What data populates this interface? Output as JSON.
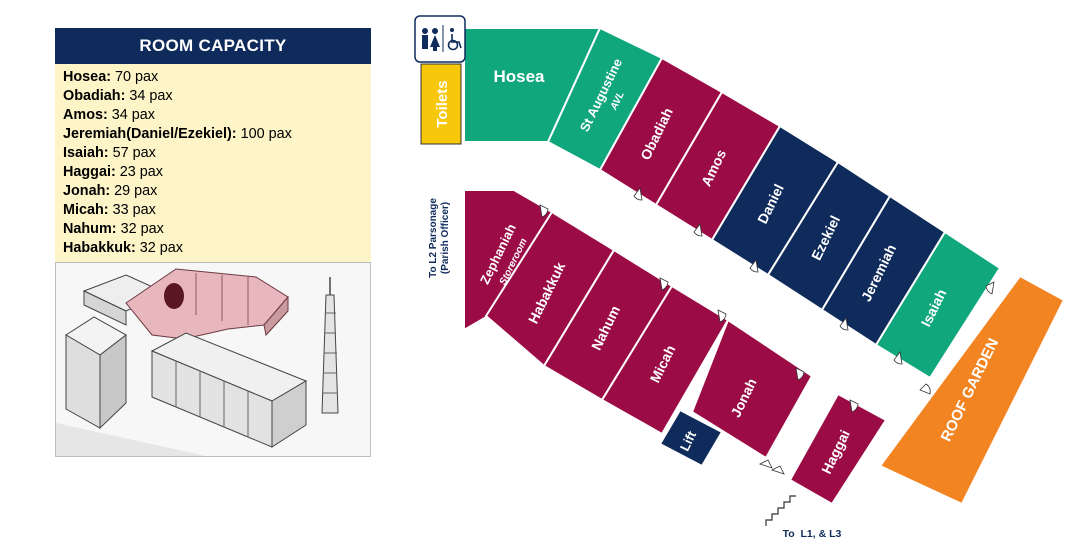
{
  "capacity": {
    "title": "ROOM CAPACITY",
    "items": [
      {
        "room": "Hosea:",
        "value": "70 pax"
      },
      {
        "room": "Obadiah:",
        "value": "34 pax"
      },
      {
        "room": "Amos:",
        "value": "34 pax"
      },
      {
        "room": "Jeremiah(Daniel/Ezekiel):",
        "value": "100 pax"
      },
      {
        "room": "Isaiah:",
        "value": "57 pax"
      },
      {
        "room": "Haggai:",
        "value": "23 pax"
      },
      {
        "room": "Jonah:",
        "value": "29 pax"
      },
      {
        "room": "Micah:",
        "value": "33 pax"
      },
      {
        "room": "Nahum:",
        "value": "32 pax"
      },
      {
        "room": "Habakkuk:",
        "value": "32 pax"
      }
    ]
  },
  "plan": {
    "rooms": {
      "hosea": "Hosea",
      "st_augustine": "St Augustine",
      "st_augustine_sub": "AVL",
      "obadiah": "Obadiah",
      "amos": "Amos",
      "daniel": "Daniel",
      "ezekiel": "Ezekiel",
      "jeremiah": "Jeremiah",
      "isaiah": "Isaiah",
      "roof_garden": "ROOF GARDEN",
      "zephaniah": "Zephaniah",
      "zephaniah_sub": "Storeroom",
      "habakkuk": "Habakkuk",
      "nahum": "Nahum",
      "micah": "Micah",
      "jonah": "Jonah",
      "lift": "Lift",
      "haggai": "Haggai",
      "toilets": "Toilets"
    },
    "labels": {
      "to_l2_line1": "To L2 Parsonage",
      "to_l2_line2": "(Parish Officer)",
      "to_l1_l3": "To  L1, & L3"
    },
    "icons": [
      "toilet-people-icon",
      "wheelchair-icon",
      "stairs-icon",
      "door-swing-icon"
    ]
  },
  "colors": {
    "maroon": "#9b0b45",
    "navy": "#0f2b5b",
    "teal": "#11a77d",
    "orange": "#f28421",
    "yellow": "#f6c70b",
    "panel_bg": "#fdf4c8"
  }
}
